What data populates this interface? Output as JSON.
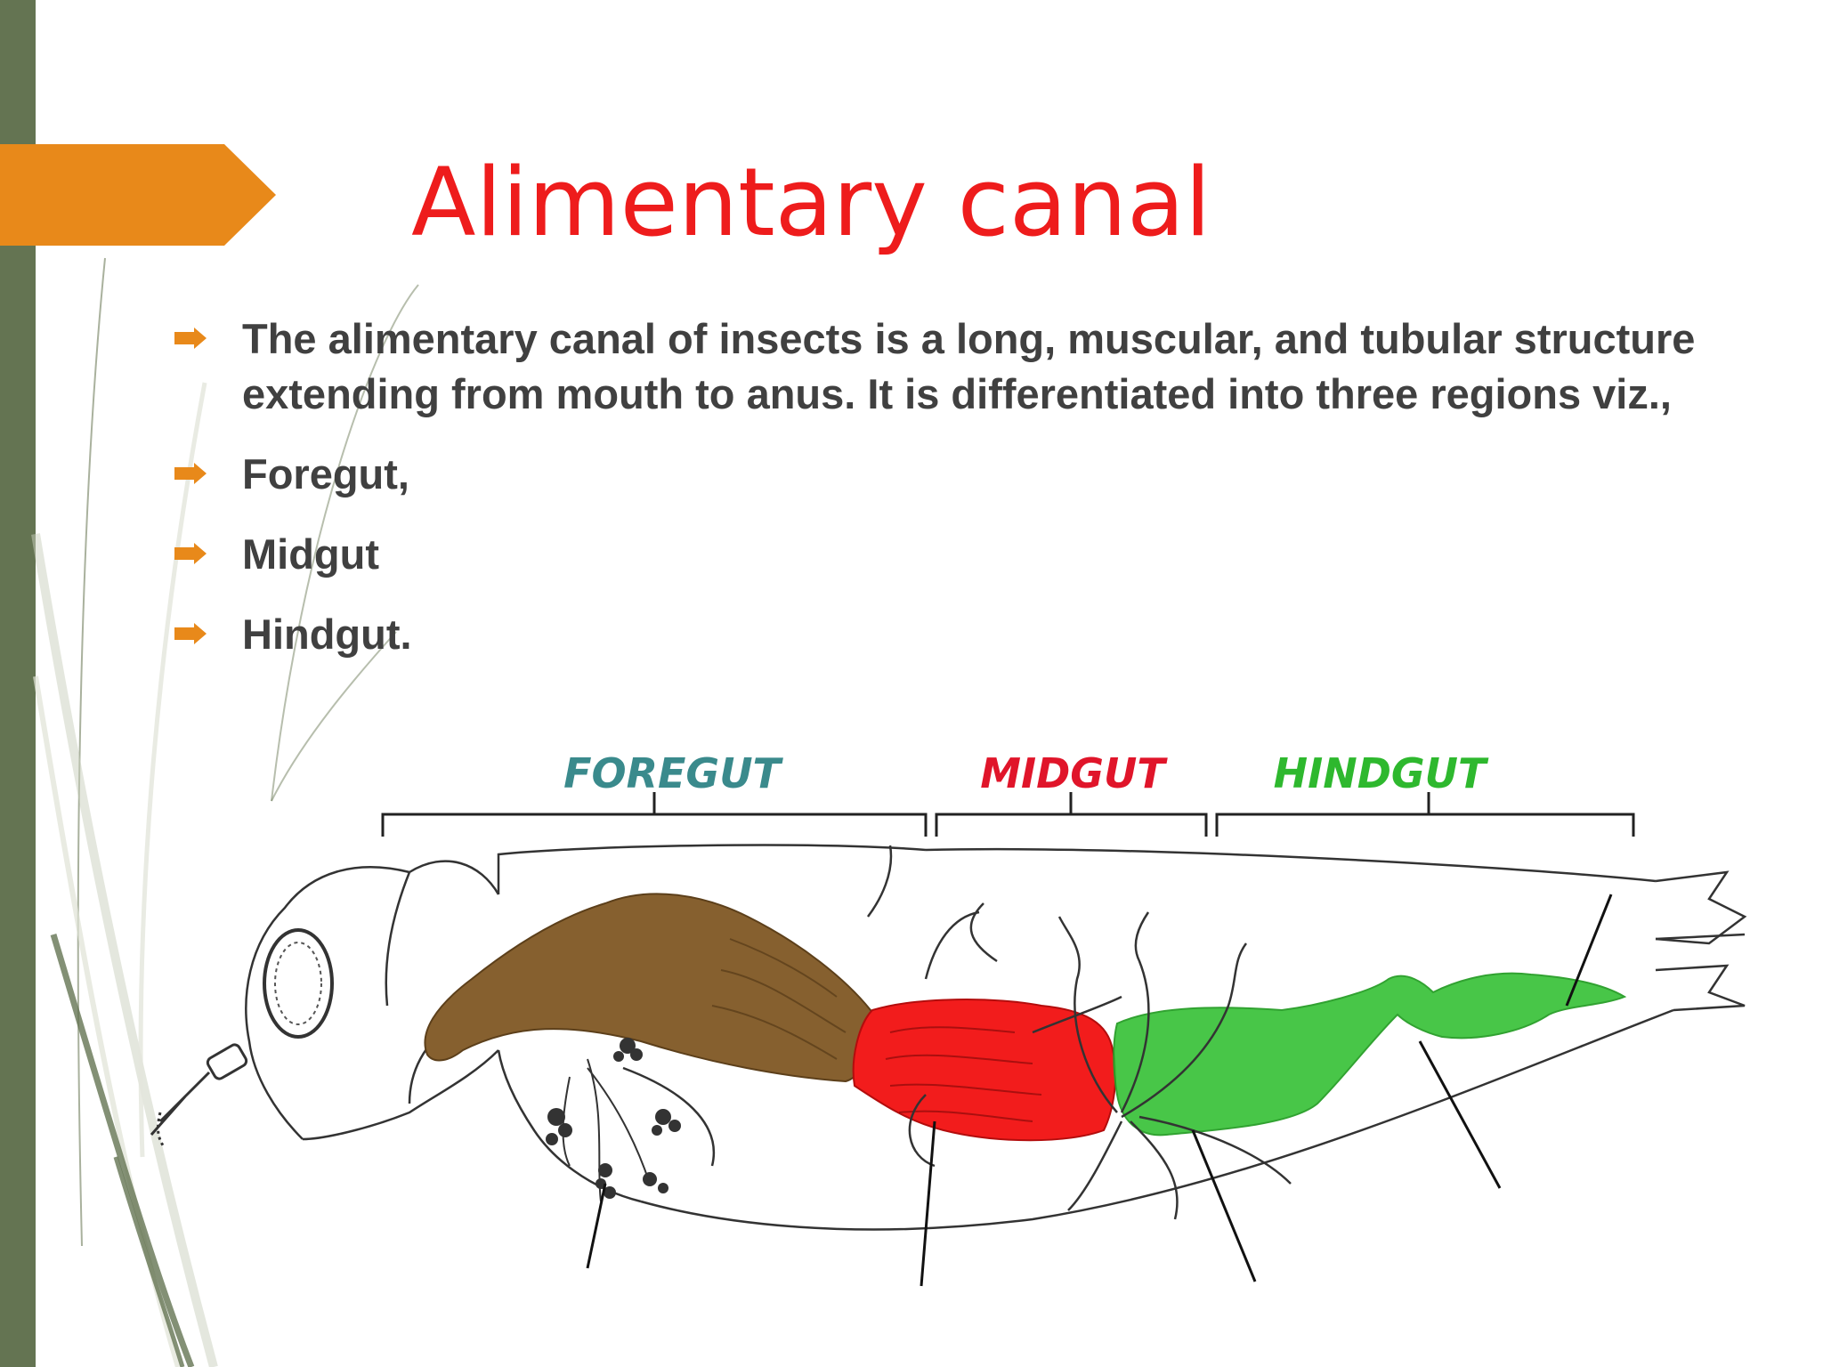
{
  "title": "Alimentary canal",
  "bullets": [
    "The alimentary canal of insects is a long, muscular, and tubular structure extending from mouth to anus. It is differentiated into three regions viz.,",
    "Foregut,",
    "Midgut",
    "Hindgut."
  ],
  "diagram": {
    "labels": {
      "foregut": "FOREGUT",
      "midgut": "MIDGUT",
      "hindgut": "HINDGUT"
    }
  },
  "colors": {
    "title": "#ee1c1c",
    "sidebar": "#647452",
    "accent_orange": "#e8891a",
    "bullet_text": "#404040",
    "foregut_label": "#3a8a8c",
    "midgut_label": "#e0152a",
    "hindgut_label": "#2eb82e",
    "foregut_fill": "#86602f",
    "midgut_fill": "#f21c1c",
    "hindgut_fill": "#3fc43f"
  },
  "icons": {
    "bullet": "arrow-bullet-icon"
  }
}
